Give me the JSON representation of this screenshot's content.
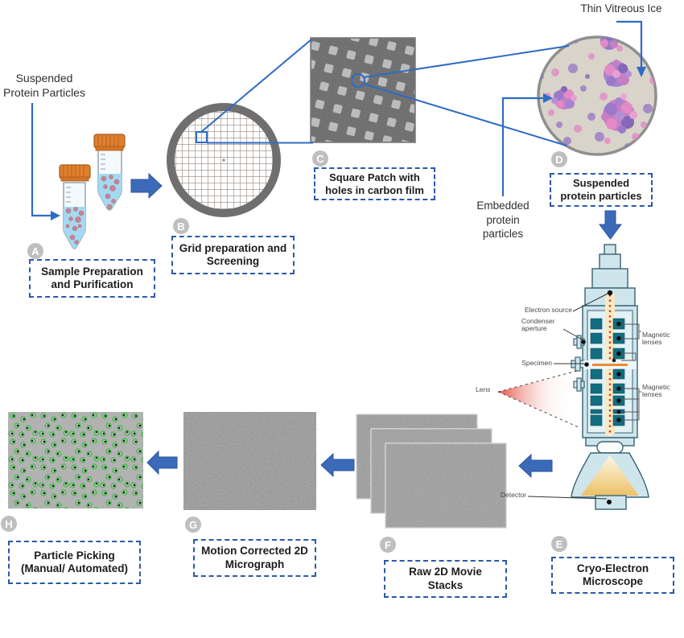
{
  "annotations": {
    "suspended_protein_particles": "Suspended Protein Particles",
    "thin_vitreous_ice": "Thin Vitreous Ice",
    "embedded_protein_particles": "Embedded protein particles"
  },
  "steps": [
    {
      "id": "A",
      "label": "Sample Preparation and Purification"
    },
    {
      "id": "B",
      "label": "Grid preparation and Screening"
    },
    {
      "id": "C",
      "label": "Square Patch with holes in carbon film"
    },
    {
      "id": "D",
      "label": "Suspended protein particles"
    },
    {
      "id": "E",
      "label": "Cryo-Electron Microscope"
    },
    {
      "id": "F",
      "label": "Raw 2D Movie Stacks"
    },
    {
      "id": "G",
      "label": "Motion Corrected 2D Micrograph"
    },
    {
      "id": "H",
      "label": "Particle Picking (Manual/ Automated)"
    }
  ],
  "microscope": {
    "electron_source": "Electron source",
    "condenser_aperture": "Condenser aperture",
    "magnetic_lenses_upper": "Magnetic lenses",
    "specimen": "Specimen",
    "lens": "Lens",
    "magnetic_lenses_lower": "Magnetic lenses",
    "detector": "Detector"
  },
  "colors": {
    "accent_blue": "#2f62b5",
    "connector_blue": "#2f6bc4",
    "dashed_box_border": "#2b59a8",
    "badge_gray": "#bfbfbf",
    "microscope_body": "#cfe5ec",
    "microscope_teal": "#136d80",
    "beam_red": "#df3a2f",
    "specimen_orange": "#ef8a33",
    "cap_orange": "#e0802f",
    "particle_pink": "#c98295",
    "pick_green": "#35c33c"
  }
}
